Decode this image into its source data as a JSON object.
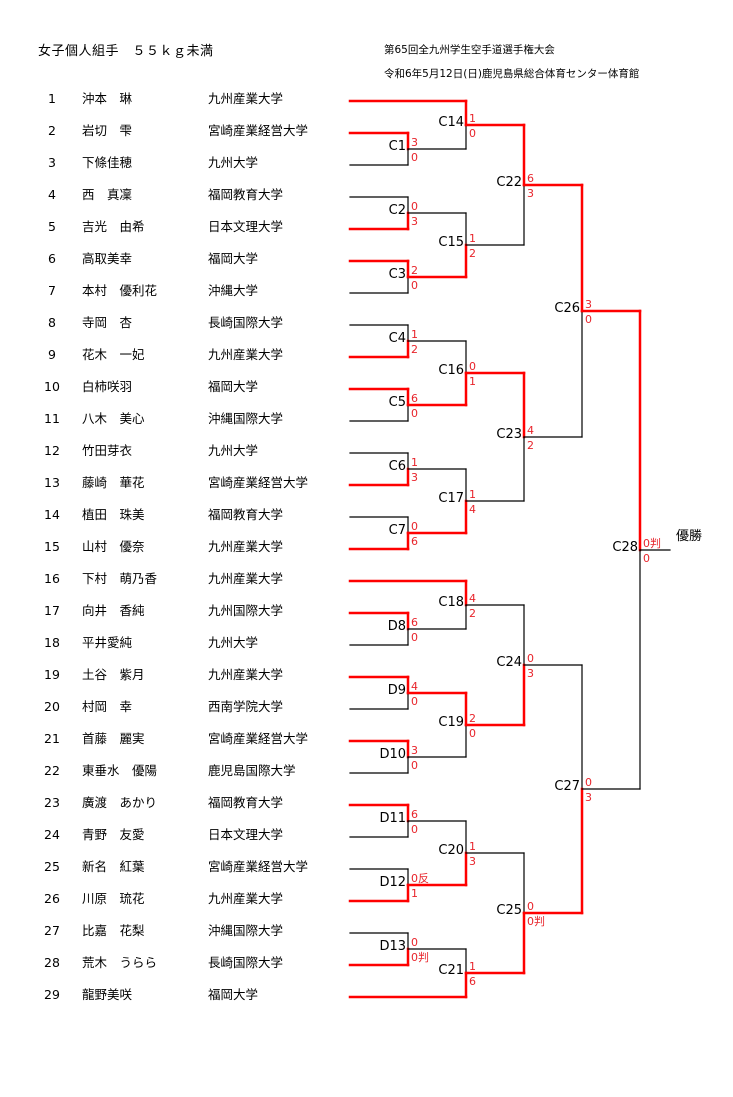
{
  "header": {
    "title": "女子個人組手　５５ｋｇ未満",
    "event": "第65回全九州学生空手道選手権大会",
    "venue": "令和6年5月12日(日)鹿児島県総合体育センター体育館"
  },
  "colors": {
    "win": "#ff0000",
    "line": "#000000",
    "score": "#e8242b"
  },
  "entries": [
    {
      "no": "1",
      "name": "沖本　琳",
      "univ": "九州産業大学"
    },
    {
      "no": "2",
      "name": "岩切　雫",
      "univ": "宮崎産業経営大学"
    },
    {
      "no": "3",
      "name": "下條佳穂",
      "univ": "九州大学"
    },
    {
      "no": "4",
      "name": "西　真凜",
      "univ": "福岡教育大学"
    },
    {
      "no": "5",
      "name": "吉光　由希",
      "univ": "日本文理大学"
    },
    {
      "no": "6",
      "name": "高取美幸",
      "univ": "福岡大学"
    },
    {
      "no": "7",
      "name": "本村　優利花",
      "univ": "沖縄大学"
    },
    {
      "no": "8",
      "name": "寺岡　杏",
      "univ": "長崎国際大学"
    },
    {
      "no": "9",
      "name": "花木　一妃",
      "univ": "九州産業大学"
    },
    {
      "no": "10",
      "name": "白柿咲羽",
      "univ": "福岡大学"
    },
    {
      "no": "11",
      "name": "八木　美心",
      "univ": "沖縄国際大学"
    },
    {
      "no": "12",
      "name": "竹田芽衣",
      "univ": "九州大学"
    },
    {
      "no": "13",
      "name": "藤崎　華花",
      "univ": "宮崎産業経営大学"
    },
    {
      "no": "14",
      "name": "植田　珠美",
      "univ": "福岡教育大学"
    },
    {
      "no": "15",
      "name": "山村　優奈",
      "univ": "九州産業大学"
    },
    {
      "no": "16",
      "name": "下村　萌乃香",
      "univ": "九州産業大学"
    },
    {
      "no": "17",
      "name": "向井　香純",
      "univ": "九州国際大学"
    },
    {
      "no": "18",
      "name": "平井愛純",
      "univ": "九州大学"
    },
    {
      "no": "19",
      "name": "土谷　紫月",
      "univ": "九州産業大学"
    },
    {
      "no": "20",
      "name": "村岡　幸",
      "univ": "西南学院大学"
    },
    {
      "no": "21",
      "name": "首藤　麗実",
      "univ": "宮崎産業経営大学"
    },
    {
      "no": "22",
      "name": "東垂水　優陽",
      "univ": "鹿児島国際大学"
    },
    {
      "no": "23",
      "name": "廣渡　あかり",
      "univ": "福岡教育大学"
    },
    {
      "no": "24",
      "name": "青野　友愛",
      "univ": "日本文理大学"
    },
    {
      "no": "25",
      "name": "新名　紅葉",
      "univ": "宮崎産業経営大学"
    },
    {
      "no": "26",
      "name": "川原　琉花",
      "univ": "九州産業大学"
    },
    {
      "no": "27",
      "name": "比嘉　花梨",
      "univ": "沖縄国際大学"
    },
    {
      "no": "28",
      "name": "荒木　うらら",
      "univ": "長崎国際大学"
    },
    {
      "no": "29",
      "name": "龍野美咲",
      "univ": "福岡大学"
    }
  ],
  "matches": [
    {
      "id": "C1",
      "top": "e2",
      "bottom": "e3",
      "scores": [
        "3",
        "0"
      ],
      "winner": "top"
    },
    {
      "id": "C2",
      "top": "e4",
      "bottom": "e5",
      "scores": [
        "0",
        "3"
      ],
      "winner": "bottom"
    },
    {
      "id": "C3",
      "top": "e6",
      "bottom": "e7",
      "scores": [
        "2",
        "0"
      ],
      "winner": "top"
    },
    {
      "id": "C4",
      "top": "e8",
      "bottom": "e9",
      "scores": [
        "1",
        "2"
      ],
      "winner": "bottom"
    },
    {
      "id": "C5",
      "top": "e10",
      "bottom": "e11",
      "scores": [
        "6",
        "0"
      ],
      "winner": "top"
    },
    {
      "id": "C6",
      "top": "e12",
      "bottom": "e13",
      "scores": [
        "1",
        "3"
      ],
      "winner": "bottom"
    },
    {
      "id": "C7",
      "top": "e14",
      "bottom": "e15",
      "scores": [
        "0",
        "6"
      ],
      "winner": "bottom"
    },
    {
      "id": "D8",
      "top": "e17",
      "bottom": "e18",
      "scores": [
        "6",
        "0"
      ],
      "winner": "top"
    },
    {
      "id": "D9",
      "top": "e19",
      "bottom": "e20",
      "scores": [
        "4",
        "0"
      ],
      "winner": "top"
    },
    {
      "id": "D10",
      "top": "e21",
      "bottom": "e22",
      "scores": [
        "3",
        "0"
      ],
      "winner": "top"
    },
    {
      "id": "D11",
      "top": "e23",
      "bottom": "e24",
      "scores": [
        "6",
        "0"
      ],
      "winner": "top"
    },
    {
      "id": "D12",
      "top": "e25",
      "bottom": "e26",
      "scores": [
        "0反",
        "1"
      ],
      "winner": "bottom"
    },
    {
      "id": "D13",
      "top": "e27",
      "bottom": "e28",
      "scores": [
        "0",
        "0判"
      ],
      "winner": "bottom"
    },
    {
      "id": "C14",
      "top": "e1",
      "bottom": "C1",
      "scores": [
        "1",
        "0"
      ],
      "winner": "top"
    },
    {
      "id": "C15",
      "top": "C2",
      "bottom": "C3",
      "scores": [
        "1",
        "2"
      ],
      "winner": "bottom"
    },
    {
      "id": "C16",
      "top": "C4",
      "bottom": "C5",
      "scores": [
        "0",
        "1"
      ],
      "winner": "bottom"
    },
    {
      "id": "C17",
      "top": "C6",
      "bottom": "C7",
      "scores": [
        "1",
        "4"
      ],
      "winner": "bottom"
    },
    {
      "id": "C18",
      "top": "e16",
      "bottom": "D8",
      "scores": [
        "4",
        "2"
      ],
      "winner": "top"
    },
    {
      "id": "C19",
      "top": "D9",
      "bottom": "D10",
      "scores": [
        "2",
        "0"
      ],
      "winner": "top"
    },
    {
      "id": "C20",
      "top": "D11",
      "bottom": "D12",
      "scores": [
        "1",
        "3"
      ],
      "winner": "bottom"
    },
    {
      "id": "C21",
      "top": "D13",
      "bottom": "e29",
      "scores": [
        "1",
        "6"
      ],
      "winner": "bottom"
    },
    {
      "id": "C22",
      "top": "C14",
      "bottom": "C15",
      "scores": [
        "6",
        "3"
      ],
      "winner": "top"
    },
    {
      "id": "C23",
      "top": "C16",
      "bottom": "C17",
      "scores": [
        "4",
        "2"
      ],
      "winner": "top"
    },
    {
      "id": "C24",
      "top": "C18",
      "bottom": "C19",
      "scores": [
        "0",
        "3"
      ],
      "winner": "bottom"
    },
    {
      "id": "C25",
      "top": "C20",
      "bottom": "C21",
      "scores": [
        "0",
        "0判"
      ],
      "winner": "bottom"
    },
    {
      "id": "C26",
      "top": "C22",
      "bottom": "C23",
      "scores": [
        "3",
        "0"
      ],
      "winner": "top"
    },
    {
      "id": "C27",
      "top": "C24",
      "bottom": "C25",
      "scores": [
        "0",
        "3"
      ],
      "winner": "bottom"
    },
    {
      "id": "C28",
      "top": "C26",
      "bottom": "C27",
      "scores": [
        "0判",
        "0"
      ],
      "winner": "top"
    }
  ],
  "final": {
    "match": "C28",
    "label": "優勝"
  }
}
